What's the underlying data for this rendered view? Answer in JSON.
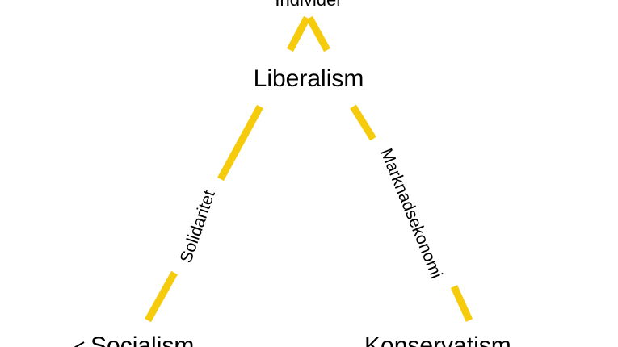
{
  "diagram": {
    "top_label": "Individer",
    "nodes": {
      "top": "Liberalism",
      "left": "Socialism",
      "right": "Konservatism"
    },
    "edges": {
      "left": "Solidaritet",
      "right": "Marknadsekonomi"
    },
    "colors": {
      "line": "#F5CB0B",
      "text": "#000000",
      "background": "#FFFFFF"
    }
  }
}
